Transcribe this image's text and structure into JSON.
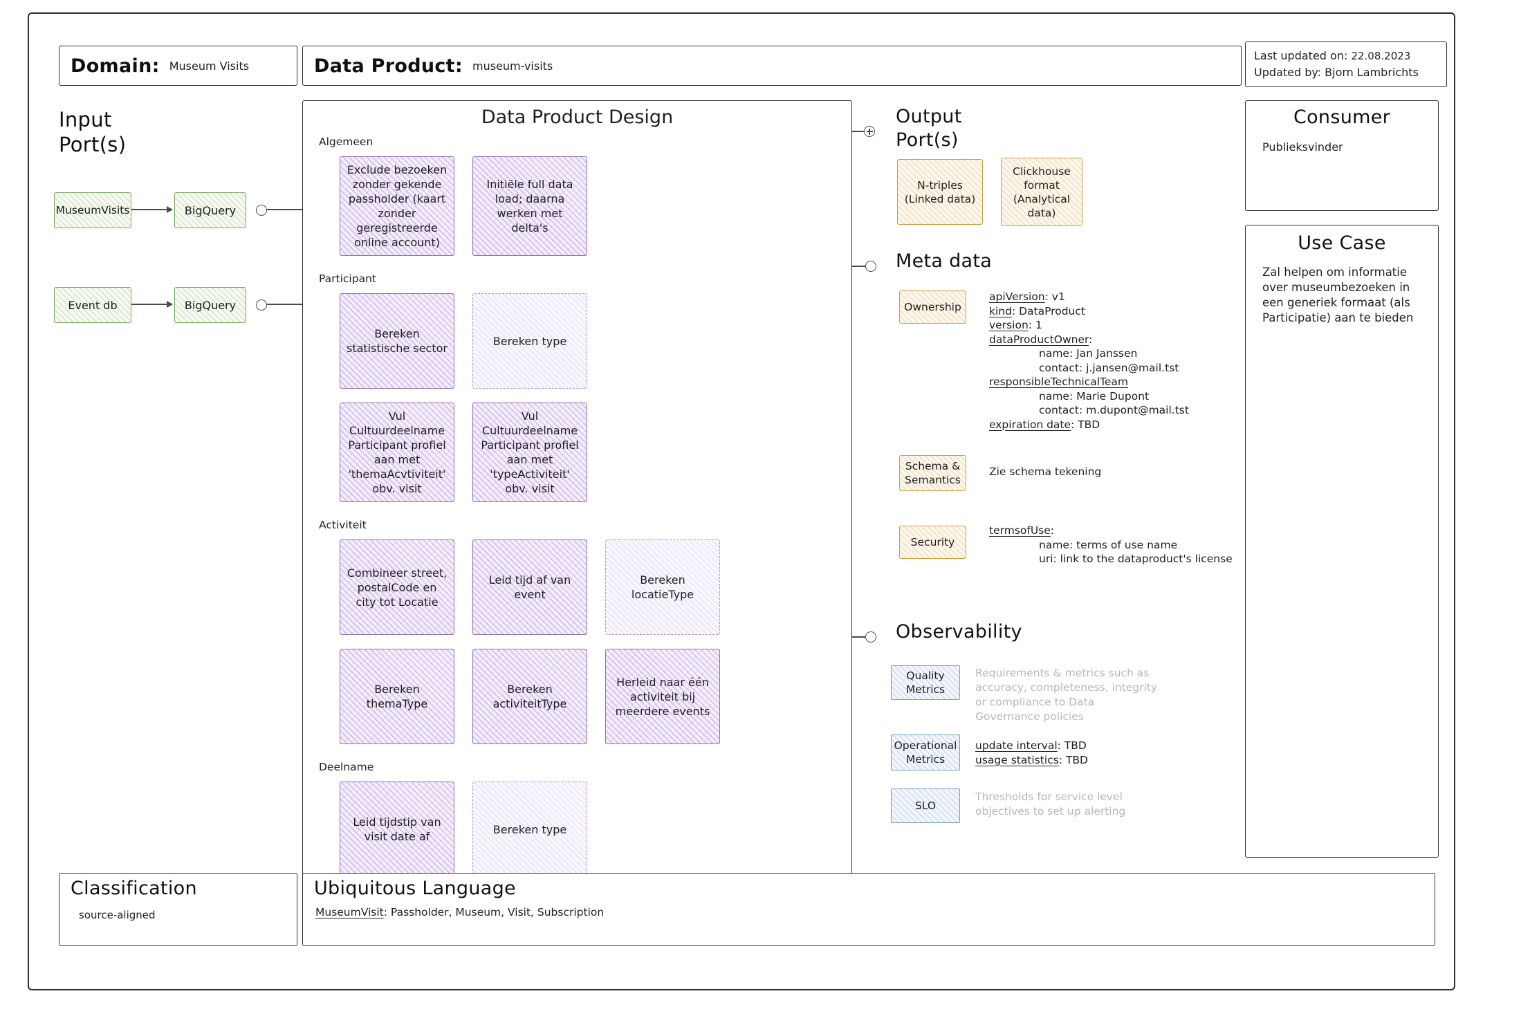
{
  "header": {
    "domain_label": "Domain:",
    "domain_value": "Museum Visits",
    "data_product_label": "Data Product:",
    "data_product_value": "museum-visits",
    "last_updated_label": "Last updated on:",
    "last_updated_value": "22.08.2023",
    "updated_by_label": "Updated by:",
    "updated_by_value": "Bjorn Lambrichts"
  },
  "input_ports": {
    "title": "Input Port(s)",
    "rows": [
      {
        "source": "MuseumVisits",
        "target": "BigQuery"
      },
      {
        "source": "Event db",
        "target": "BigQuery"
      }
    ]
  },
  "design": {
    "title": "Data Product Design",
    "sections": [
      {
        "label": "Algemeen",
        "rows": [
          [
            {
              "text": "Exclude bezoeken zonder gekende passholder (kaart zonder geregistreerde online account)",
              "style": "solid"
            },
            {
              "text": "Initiële full data load; daarna werken met delta's",
              "style": "solid"
            }
          ]
        ]
      },
      {
        "label": "Participant",
        "rows": [
          [
            {
              "text": "Bereken statistische sector",
              "style": "solid"
            },
            {
              "text": "Bereken type",
              "style": "dashed"
            }
          ],
          [
            {
              "text": "Vul Cultuurdeelname Participant profiel aan met 'themaAcvtiviteit' obv. visit",
              "style": "solid"
            },
            {
              "text": "Vul Cultuurdeelname Participant profiel aan met 'typeActiviteit' obv. visit",
              "style": "solid"
            }
          ]
        ]
      },
      {
        "label": "Activiteit",
        "rows": [
          [
            {
              "text": "Combineer street, postalCode en city tot Locatie",
              "style": "solid"
            },
            {
              "text": "Leid tijd af van event",
              "style": "solid"
            },
            {
              "text": "Bereken locatieType",
              "style": "dashed"
            }
          ],
          [
            {
              "text": "Bereken themaType",
              "style": "solid"
            },
            {
              "text": "Bereken activiteitType",
              "style": "solid"
            },
            {
              "text": "Herleid naar één activiteit bij meerdere events",
              "style": "solid"
            }
          ]
        ]
      },
      {
        "label": "Deelname",
        "rows": [
          [
            {
              "text": "Leid tijdstip van visit date af",
              "style": "solid"
            },
            {
              "text": "Bereken type",
              "style": "dashed"
            }
          ]
        ]
      }
    ]
  },
  "output_ports": {
    "title": "Output Port(s)",
    "boxes": [
      "N-triples (Linked data)",
      "Clickhouse format (Analytical data)"
    ]
  },
  "meta_data": {
    "title": "Meta data",
    "ownership_tag": "Ownership",
    "ownership_lines": [
      {
        "k": "apiVersion",
        "v": "v1"
      },
      {
        "k": "kind",
        "v": "DataProduct"
      },
      {
        "k": "version",
        "v": "1"
      },
      {
        "k": "dataProductOwner",
        "v": ""
      },
      {
        "t": "name: Jan Janssen"
      },
      {
        "t": "contact: j.jansen@mail.tst"
      },
      {
        "k": "responsibleTechnicalTeam",
        "v": "",
        "nocolon": true
      },
      {
        "t": "name: Marie Dupont"
      },
      {
        "t": "contact: m.dupont@mail.tst"
      },
      {
        "k": "expiration date",
        "v": "TBD"
      }
    ],
    "schema_tag": "Schema & Semantics",
    "schema_text": "Zie schema tekening",
    "security_tag": "Security",
    "security_lines": [
      {
        "k": "termsofUse",
        "v": ""
      },
      {
        "t": "name: terms of use name"
      },
      {
        "t": "uri: link to the dataproduct's license"
      }
    ]
  },
  "observability": {
    "title": "Observability",
    "quality_tag": "Quality Metrics",
    "quality_text": "Requirements & metrics such as accuracy, completeness, integrity or compliance to Data Governance policies",
    "operational_tag": "Operational Metrics",
    "operational_lines": [
      {
        "k": "update interval",
        "v": "TBD"
      },
      {
        "k": "usage statistics",
        "v": "TBD"
      }
    ],
    "slo_tag": "SLO",
    "slo_text": "Thresholds for service level objectives to set up alerting"
  },
  "consumer": {
    "title": "Consumer",
    "value": "Publieksvinder"
  },
  "use_case": {
    "title": "Use Case",
    "text": "Zal helpen om informatie over museumbezoeken in een generiek formaat (als Participatie) aan te bieden"
  },
  "classification": {
    "title": "Classification",
    "value": "source-aligned"
  },
  "ubiquitous_language": {
    "title": "Ubiquitous Language",
    "term": "MuseumVisit",
    "definition": ": Passholder, Museum, Visit, Subscription"
  },
  "colors": {
    "green": "#76a65c",
    "purple": "#8d6fae",
    "orange": "#cf9c42",
    "blue": "#7d9cc0",
    "ink": "#1f1f1f",
    "muted_text": "#b7b7b7"
  }
}
